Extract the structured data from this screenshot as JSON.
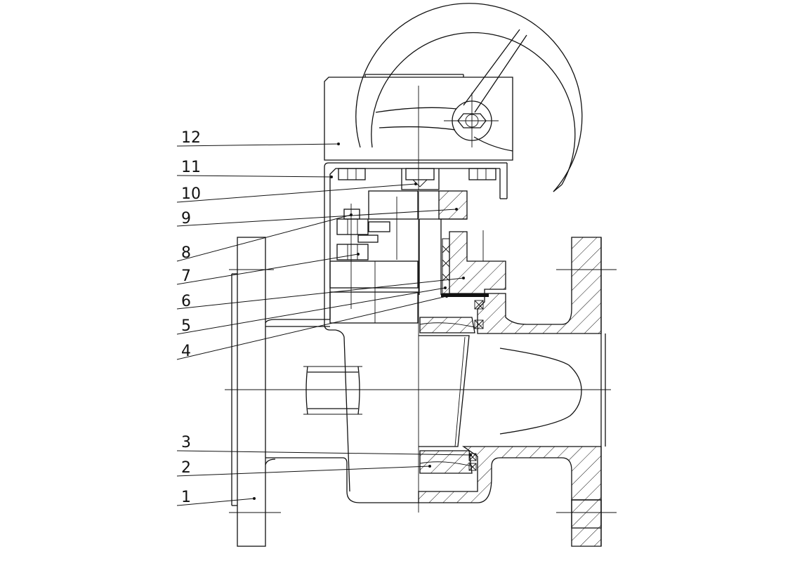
{
  "callouts": [
    {
      "label": "12"
    },
    {
      "label": "11"
    },
    {
      "label": "10"
    },
    {
      "label": "9"
    },
    {
      "label": "8"
    },
    {
      "label": "7"
    },
    {
      "label": "6"
    },
    {
      "label": "5"
    },
    {
      "label": "4"
    },
    {
      "label": "3"
    },
    {
      "label": "2"
    },
    {
      "label": "1"
    }
  ]
}
